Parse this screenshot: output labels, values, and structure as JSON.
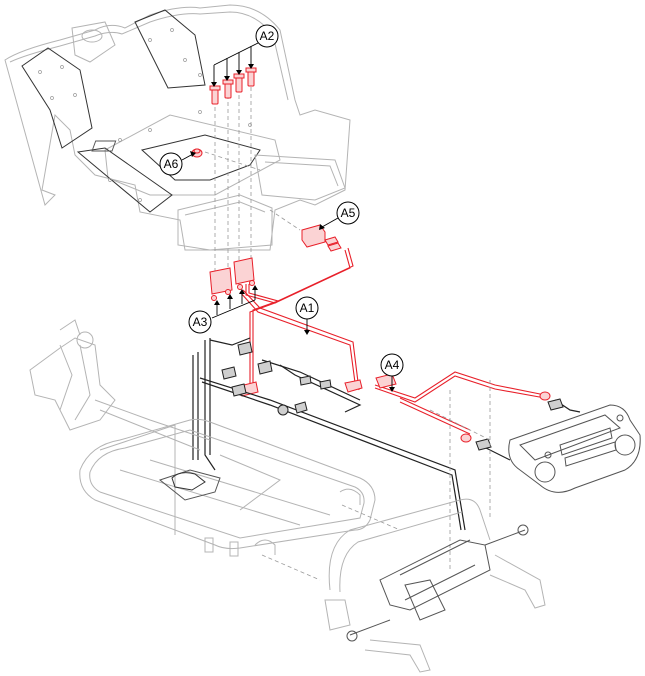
{
  "diagram": {
    "title": "",
    "type": "exploded-parts-view",
    "accent_color": "#e8202a",
    "line_color": "#b4b4b4",
    "callouts": [
      {
        "id": "A1",
        "label": "A1",
        "target": "main-wiring-harness"
      },
      {
        "id": "A2",
        "label": "A2",
        "target": "shroud-screws"
      },
      {
        "id": "A3",
        "label": "A3",
        "target": "harness-connectors-lower"
      },
      {
        "id": "A4",
        "label": "A4",
        "target": "harness-inline-connector"
      },
      {
        "id": "A5",
        "label": "A5",
        "target": "switch-connector"
      },
      {
        "id": "A6",
        "label": "A6",
        "target": "shroud-grommet"
      }
    ]
  }
}
